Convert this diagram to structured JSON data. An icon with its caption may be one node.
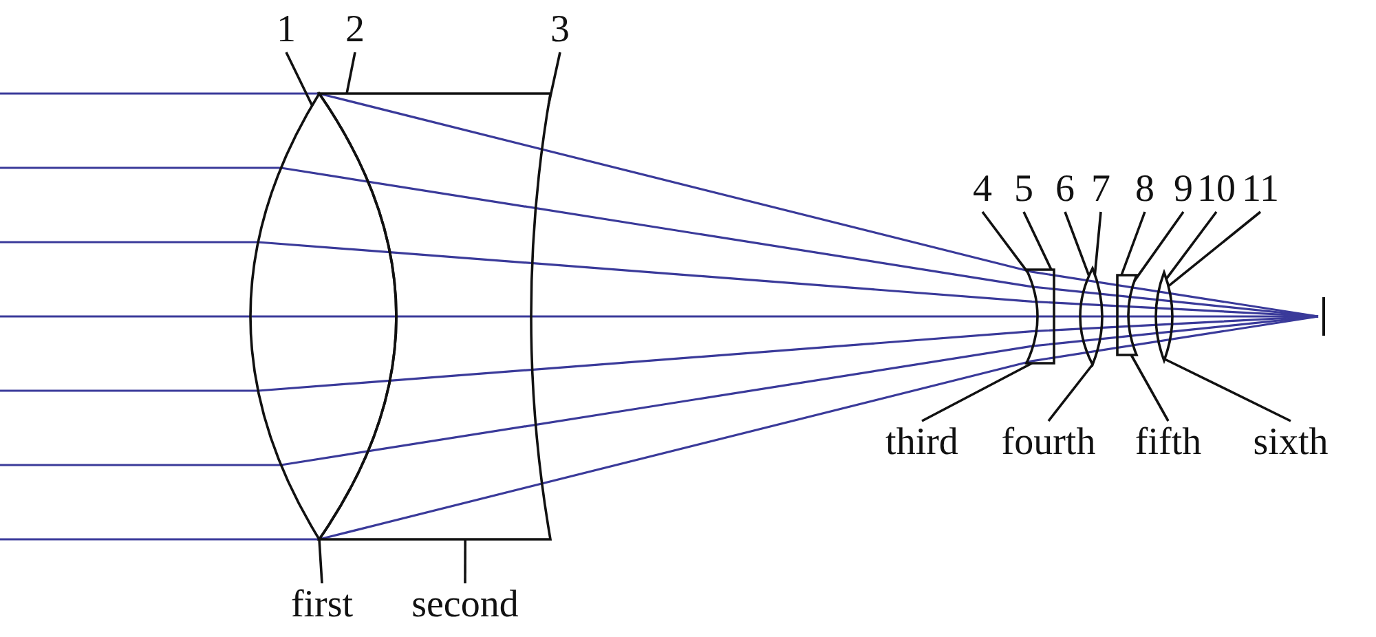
{
  "diagram": {
    "nodes": [
      {
        "text": [
          "1"
        ]
      },
      {
        "text": [
          "2"
        ]
      },
      {
        "text": [
          "3"
        ]
      },
      {
        "text": [
          "4"
        ]
      },
      {
        "text": [
          "5"
        ]
      },
      {
        "text": [
          "6"
        ]
      },
      {
        "text": [
          "7"
        ]
      },
      {
        "text": [
          "8"
        ]
      },
      {
        "text": [
          "9"
        ]
      },
      {
        "text": [
          "10"
        ]
      },
      {
        "text": [
          "11"
        ]
      },
      {
        "text": [],
        "shape": "picture"
      },
      {
        "text": [],
        "shape": "picture"
      },
      {
        "text": [],
        "shape": "picture"
      },
      {
        "text": [],
        "shape": "picture"
      },
      {
        "text": [],
        "shape": "picture"
      },
      {
        "text": [],
        "shape": "picture"
      },
      {
        "text": [
          "first"
        ]
      },
      {
        "text": [
          "second"
        ]
      },
      {
        "text": [
          "third"
        ]
      },
      {
        "text": [
          "fourth"
        ]
      },
      {
        "text": [
          "fifth"
        ]
      },
      {
        "text": [
          "sixth"
        ]
      }
    ],
    "edges": [
      {
        "from": 0,
        "to": 11,
        "arrow": "none"
      },
      {
        "from": 1,
        "to": 12,
        "arrow": "none"
      },
      {
        "from": 2,
        "to": 12,
        "arrow": "none"
      },
      {
        "from": 3,
        "to": 13,
        "arrow": "none"
      },
      {
        "from": 4,
        "to": 13,
        "arrow": "none"
      },
      {
        "from": 5,
        "to": 14,
        "arrow": "none"
      },
      {
        "from": 6,
        "to": 14,
        "arrow": "none"
      },
      {
        "from": 7,
        "to": 15,
        "arrow": "none"
      },
      {
        "from": 8,
        "to": 15,
        "arrow": "none"
      },
      {
        "from": 9,
        "to": 16,
        "arrow": "none"
      },
      {
        "from": 10,
        "to": 16,
        "arrow": "none"
      },
      {
        "from": 17,
        "to": 11,
        "arrow": "none"
      },
      {
        "from": 18,
        "to": 12,
        "arrow": "none"
      },
      {
        "from": 19,
        "to": 13,
        "arrow": "none"
      },
      {
        "from": 20,
        "to": 14,
        "arrow": "none"
      },
      {
        "from": 21,
        "to": 15,
        "arrow": "none"
      },
      {
        "from": 22,
        "to": 16,
        "arrow": "none"
      }
    ]
  }
}
